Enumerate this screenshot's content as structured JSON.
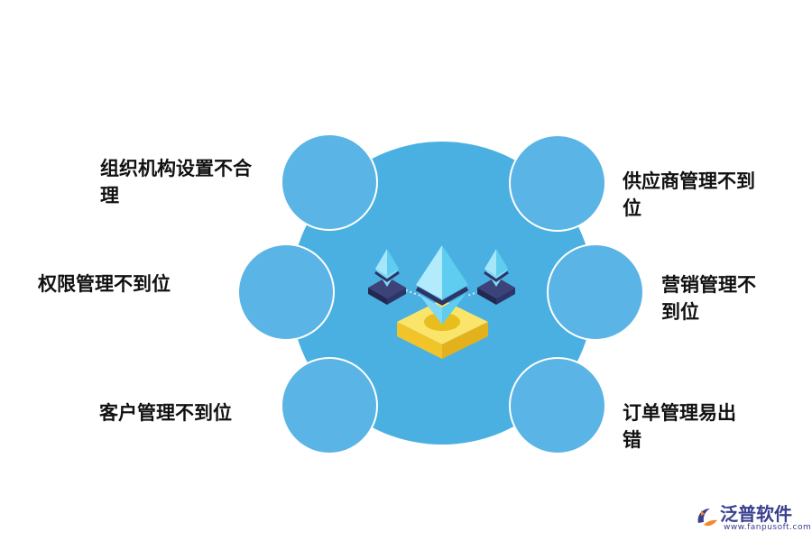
{
  "items": {
    "top_left": [
      "组织机构设置不合",
      "理"
    ],
    "mid_left": [
      "权限管理不到位"
    ],
    "bottom_left": [
      "客户管理不到位"
    ],
    "top_right": [
      "供应商管理不到",
      "位"
    ],
    "mid_right": [
      "营销管理不",
      "到位"
    ],
    "bottom_right": [
      "订单管理易出",
      "错"
    ]
  },
  "logo": {
    "name": "泛普软件",
    "url": "www.fanpusoft.com"
  },
  "colors": {
    "main_circle": "#4ab0e2",
    "small_circle": "#5ab4e5",
    "diamond_light": "#7fd8f5",
    "diamond_dark": "#2d3466",
    "base_yellow": "#f6d63c",
    "logo_blue": "#3a3f8f",
    "logo_orange": "#f08a2c"
  }
}
